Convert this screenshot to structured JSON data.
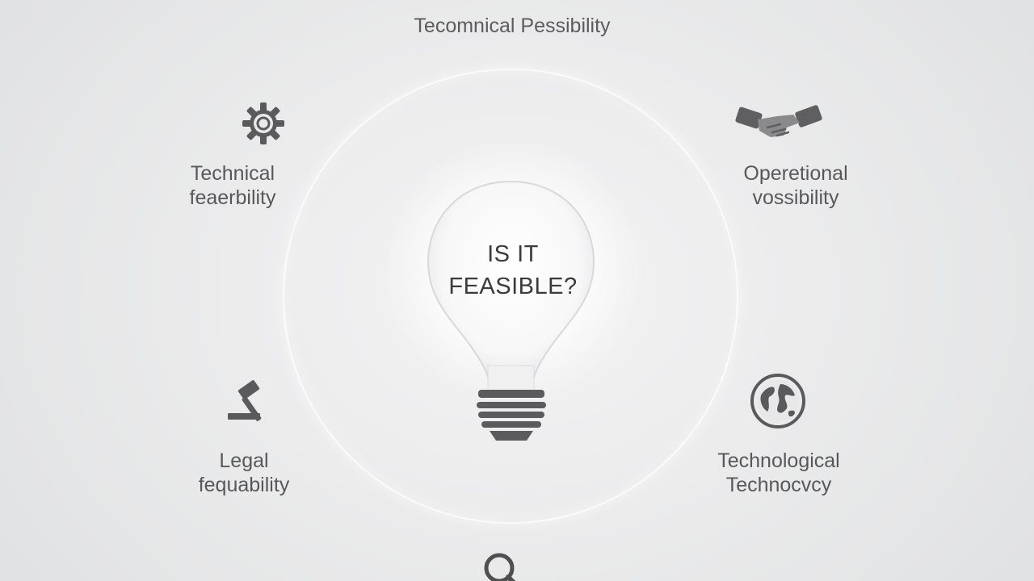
{
  "top_title": "Tecomnical Pessibility",
  "center": {
    "line1": "IS IT",
    "line2": "FEASIBLE?"
  },
  "items": {
    "technical": {
      "line1": "Technical",
      "line2": "feaerbility",
      "icon": "gear-icon"
    },
    "operational": {
      "line1": "Operetional",
      "line2": "vossibility",
      "icon": "handshake-icon"
    },
    "legal": {
      "line1": "Legal",
      "line2": "fequability",
      "icon": "gavel-icon"
    },
    "technological": {
      "line1": "Technological",
      "line2": "Technocvcy",
      "icon": "globe-icon"
    }
  },
  "bottom_icon": "magnifier-icon",
  "colors": {
    "background": "#ececed",
    "icon": "#5a5a5c",
    "text": "#58585a"
  }
}
